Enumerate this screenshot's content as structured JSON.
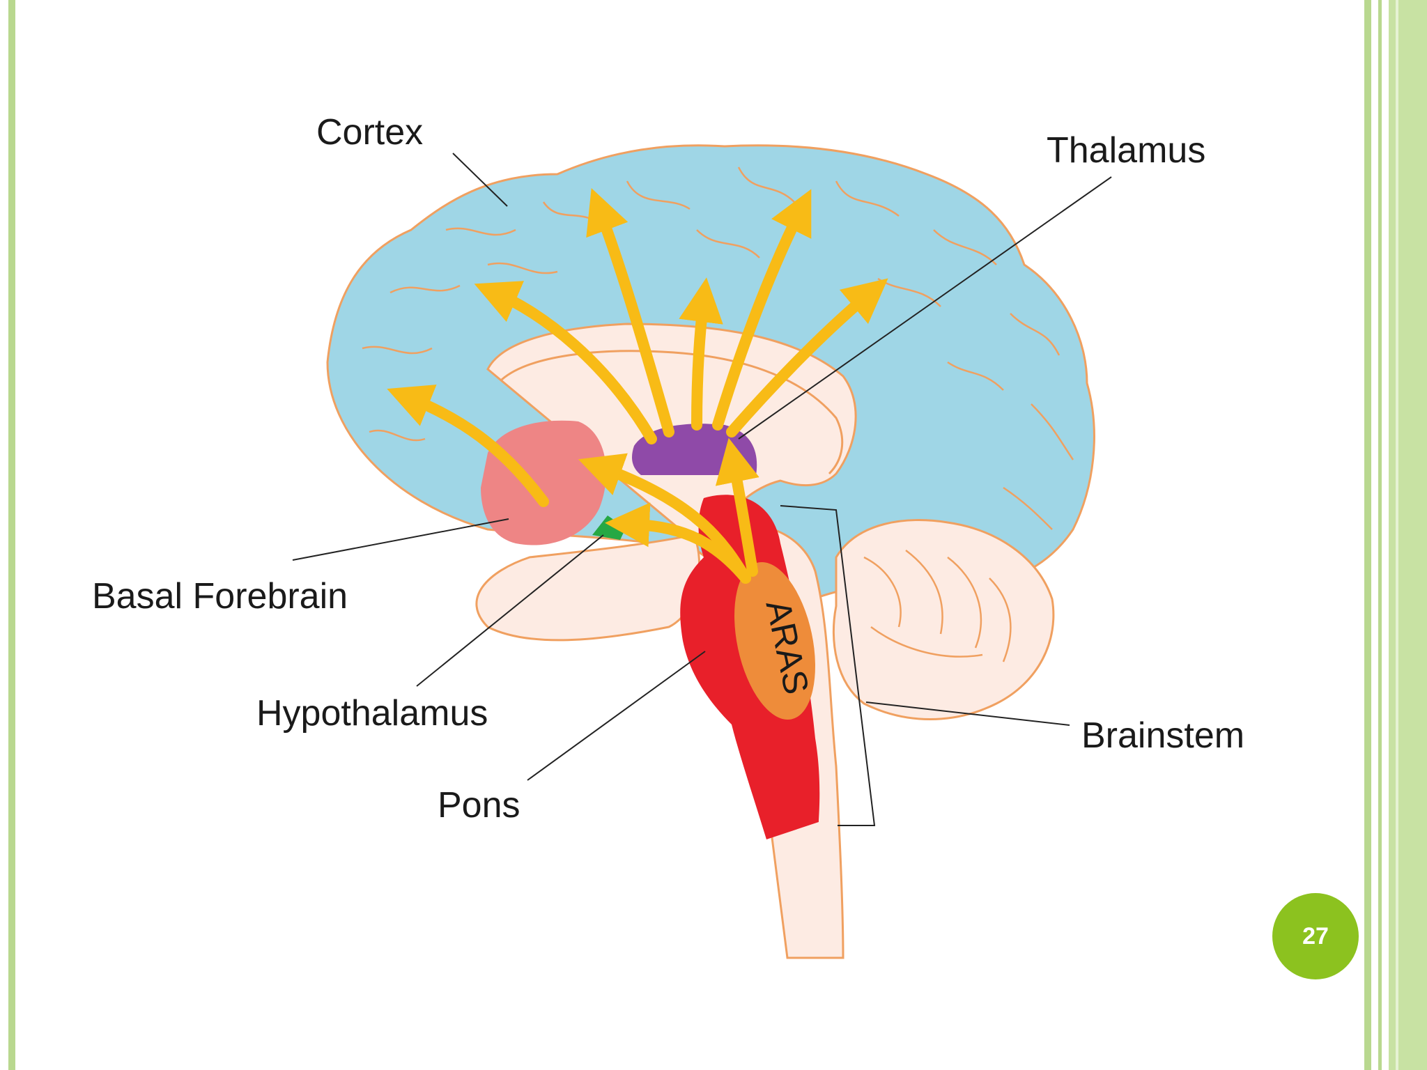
{
  "labels": {
    "cortex": "Cortex",
    "thalamus": "Thalamus",
    "basal_forebrain": "Basal Forebrain",
    "hypothalamus": "Hypothalamus",
    "pons": "Pons",
    "brainstem": "Brainstem",
    "aras": "ARAS"
  },
  "page_number": "27",
  "colors": {
    "cortex": "#9fd6e6",
    "cortex_outline": "#f0a060",
    "inner_tissue": "#fdebe3",
    "thalamus": "#8f4aa8",
    "basal_forebrain": "#ee8585",
    "hypothalamus": "#26a844",
    "pons": "#e8202a",
    "aras": "#ee8c3a",
    "arrows": "#f8bb16",
    "frame": "#b9d88f",
    "badge": "#8cc21f"
  }
}
